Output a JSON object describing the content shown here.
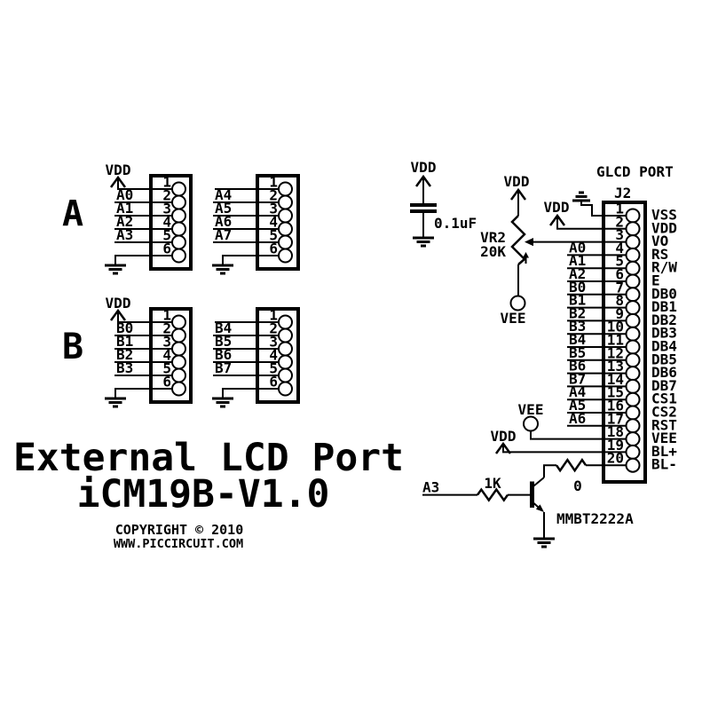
{
  "colors": {
    "ink": "#000000",
    "paper": "#ffffff"
  },
  "power": {
    "vdd": "VDD",
    "vee": "VEE"
  },
  "pin_numbers": [
    "1",
    "2",
    "3",
    "4",
    "5",
    "6"
  ],
  "ports": {
    "a": {
      "label": "A",
      "left_nets": [
        "A0",
        "A1",
        "A2",
        "A3"
      ],
      "right_nets": [
        "A4",
        "A5",
        "A6",
        "A7"
      ]
    },
    "b": {
      "label": "B",
      "left_nets": [
        "B0",
        "B1",
        "B2",
        "B3"
      ],
      "right_nets": [
        "B4",
        "B5",
        "B6",
        "B7"
      ]
    }
  },
  "capacitor": {
    "value": "0.1uF"
  },
  "potentiometer": {
    "ref": "VR2",
    "value": "20K"
  },
  "glcd": {
    "title": "GLCD PORT",
    "ref": "J2",
    "pins": [
      {
        "num": "1",
        "name": "VSS"
      },
      {
        "num": "2",
        "name": "VDD"
      },
      {
        "num": "3",
        "name": "VO"
      },
      {
        "num": "4",
        "name": "RS",
        "net": "A0"
      },
      {
        "num": "5",
        "name": "R/W",
        "net": "A1"
      },
      {
        "num": "6",
        "name": "E",
        "net": "A2"
      },
      {
        "num": "7",
        "name": "DB0",
        "net": "B0"
      },
      {
        "num": "8",
        "name": "DB1",
        "net": "B1"
      },
      {
        "num": "9",
        "name": "DB2",
        "net": "B2"
      },
      {
        "num": "10",
        "name": "DB3",
        "net": "B3"
      },
      {
        "num": "11",
        "name": "DB4",
        "net": "B4"
      },
      {
        "num": "12",
        "name": "DB5",
        "net": "B5"
      },
      {
        "num": "13",
        "name": "DB6",
        "net": "B6"
      },
      {
        "num": "14",
        "name": "DB7",
        "net": "B7"
      },
      {
        "num": "15",
        "name": "CS1",
        "net": "A4"
      },
      {
        "num": "16",
        "name": "CS2",
        "net": "A5"
      },
      {
        "num": "17",
        "name": "RST",
        "net": "A6"
      },
      {
        "num": "18",
        "name": "VEE"
      },
      {
        "num": "19",
        "name": "BL+"
      },
      {
        "num": "20",
        "name": "BL-"
      }
    ]
  },
  "backlight": {
    "input_net": "A3",
    "base_resistor": "1K",
    "series_resistor": "0",
    "transistor": "MMBT2222A"
  },
  "title_block": {
    "line1": "External LCD Port",
    "line2": "iCM19B-V1.0",
    "copyright": "COPYRIGHT © 2010",
    "website": "WWW.PICCIRCUIT.COM"
  }
}
